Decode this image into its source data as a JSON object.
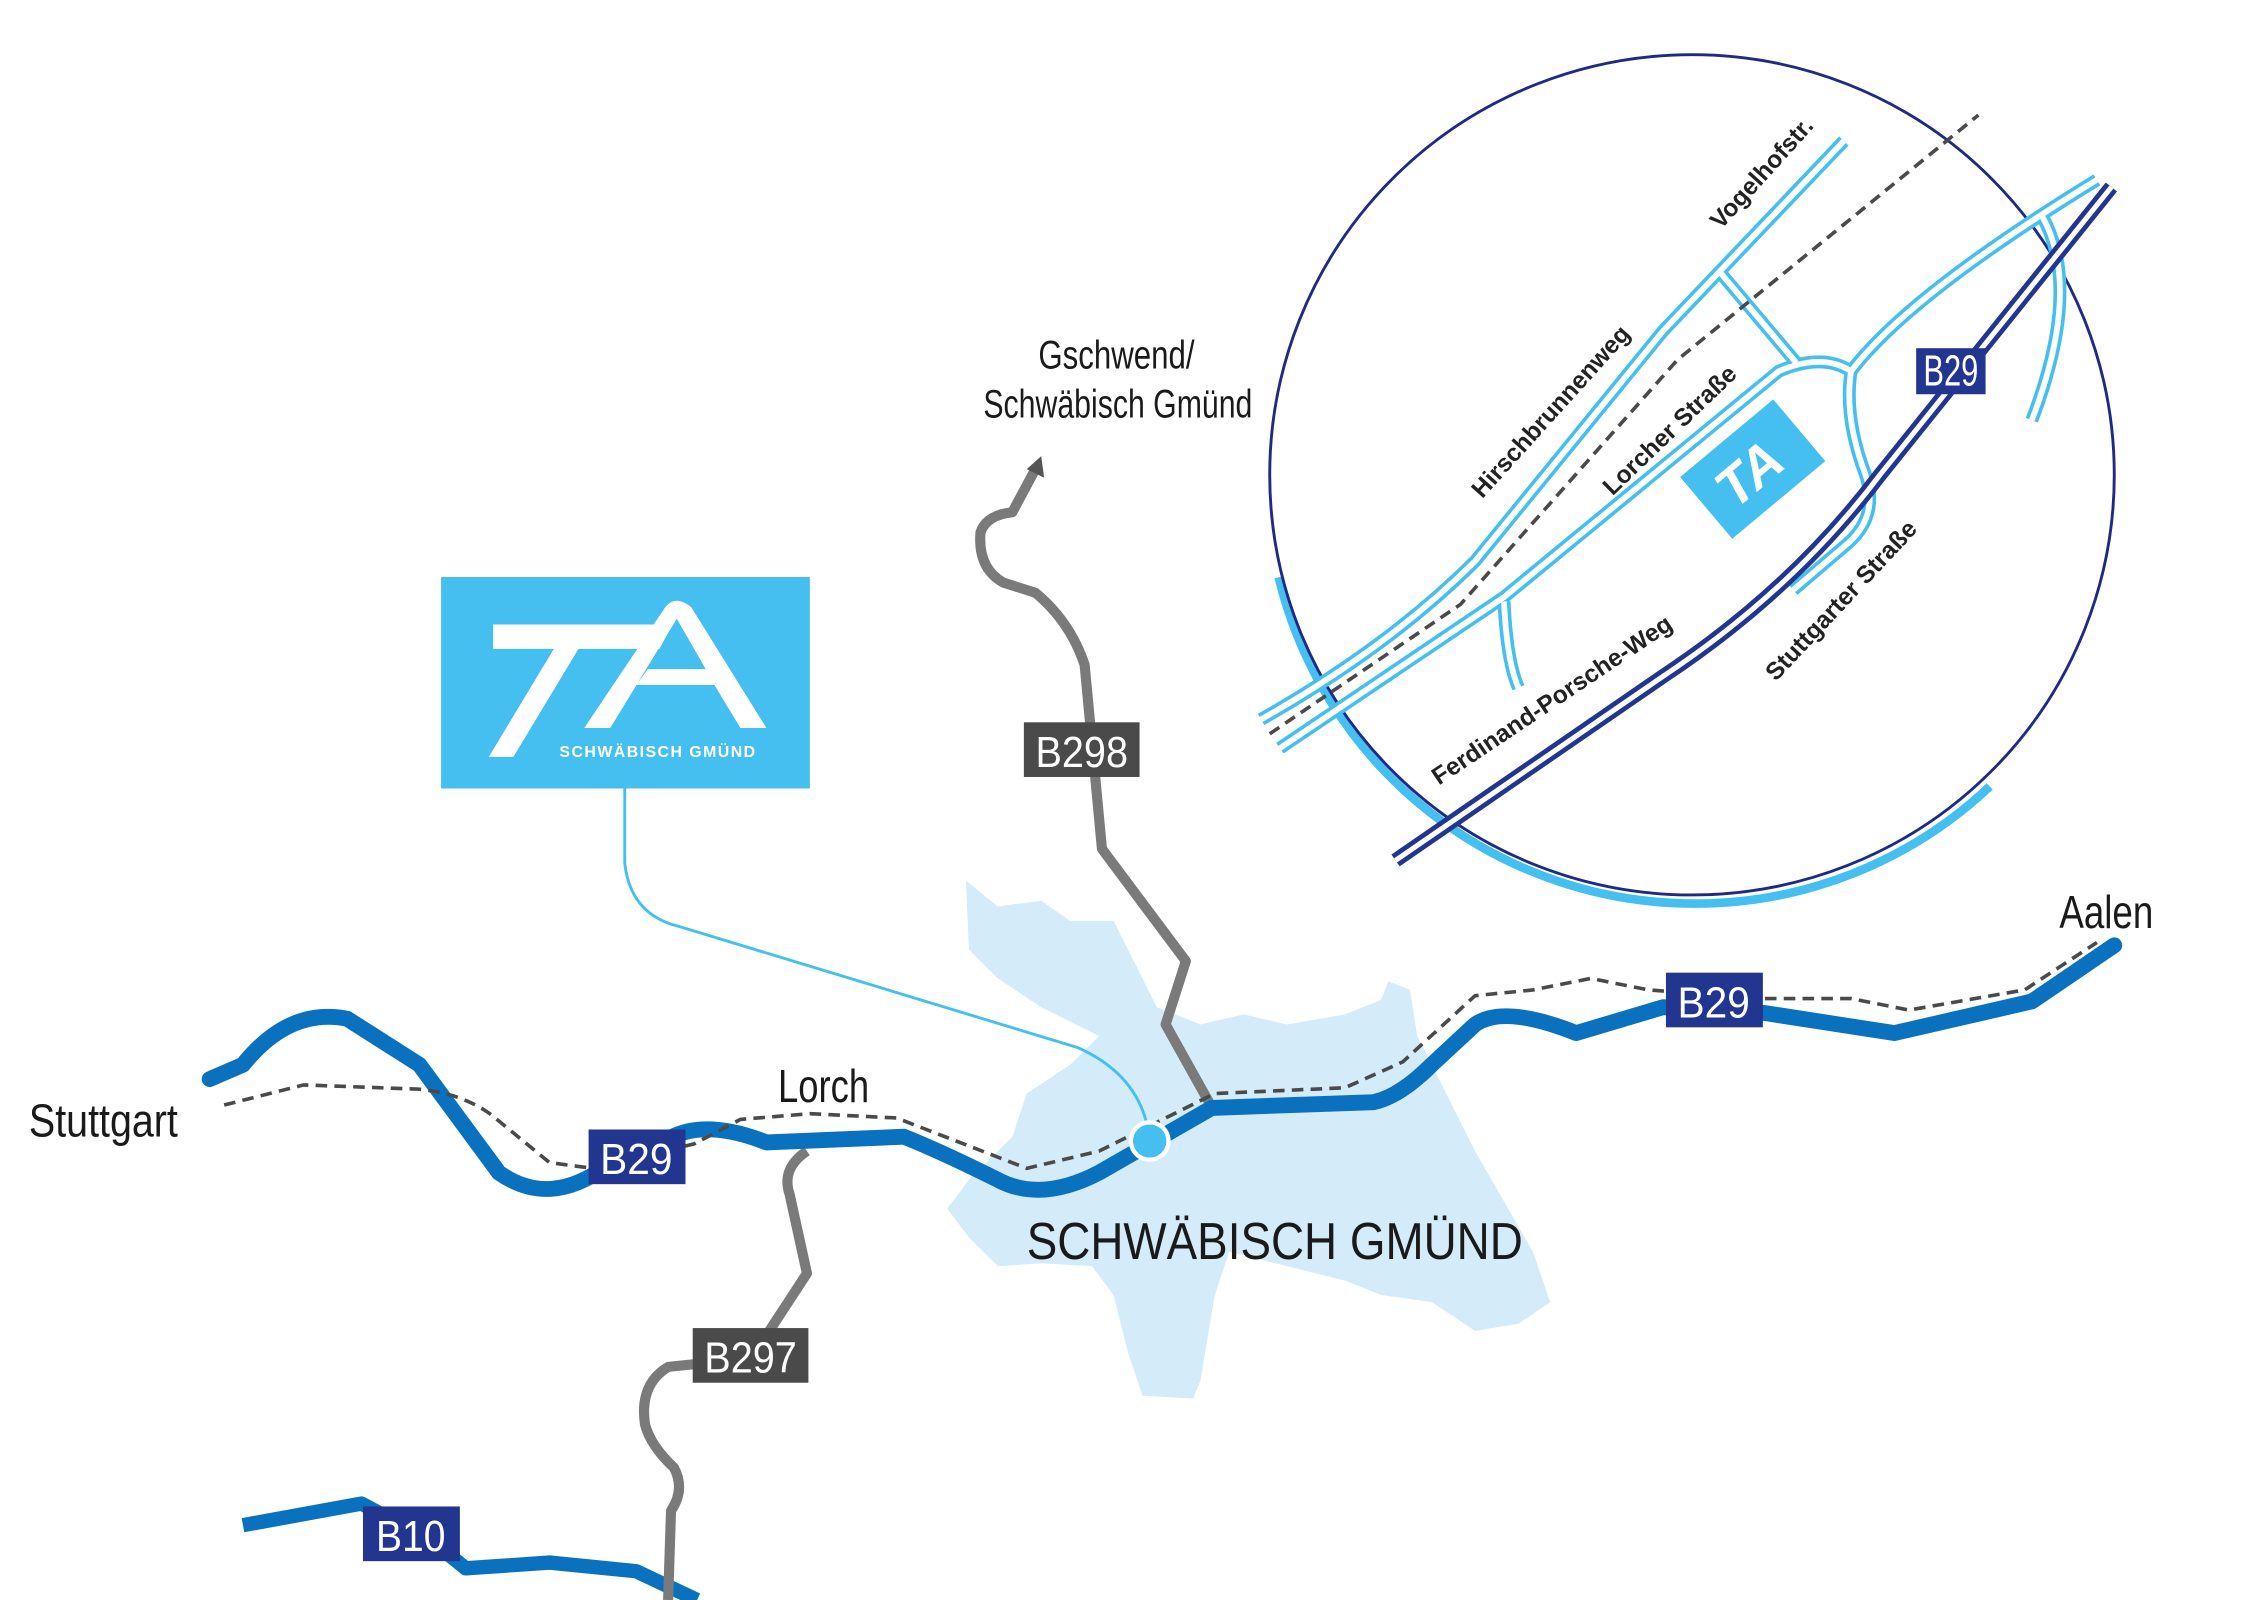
{
  "colors": {
    "highway": "#0a71bf",
    "federal_road": "#7a7a7a",
    "rail": "#4a4a4a",
    "city": "#d4ebfa",
    "brand": "#44bff0",
    "navy": "#22358f",
    "shield_gray": "#4a4a4a"
  },
  "places": {
    "stuttgart": "Stuttgart",
    "lorch": "Lorch",
    "gschwend_1": "Gschwend/",
    "gschwend_2": "Schwäbisch Gmünd",
    "city": "SCHWÄBISCH GMÜND",
    "aalen": "Aalen"
  },
  "shields": {
    "b29_west": "B29",
    "b29_east": "B29",
    "b298": "B298",
    "b297": "B297",
    "b10": "B10",
    "b29_inset": "B29"
  },
  "logo": {
    "letters": "TA",
    "subtitle": "SCHWÄBISCH GMÜND"
  },
  "inset_streets": {
    "vogelhof": "Vogelhofstr.",
    "hirsch": "Hirschbrunnenweg",
    "lorcher": "Lorcher Straße",
    "porsche": "Ferdinand-Porsche-Weg",
    "stuttgarter": "Stuttgarter Straße"
  }
}
